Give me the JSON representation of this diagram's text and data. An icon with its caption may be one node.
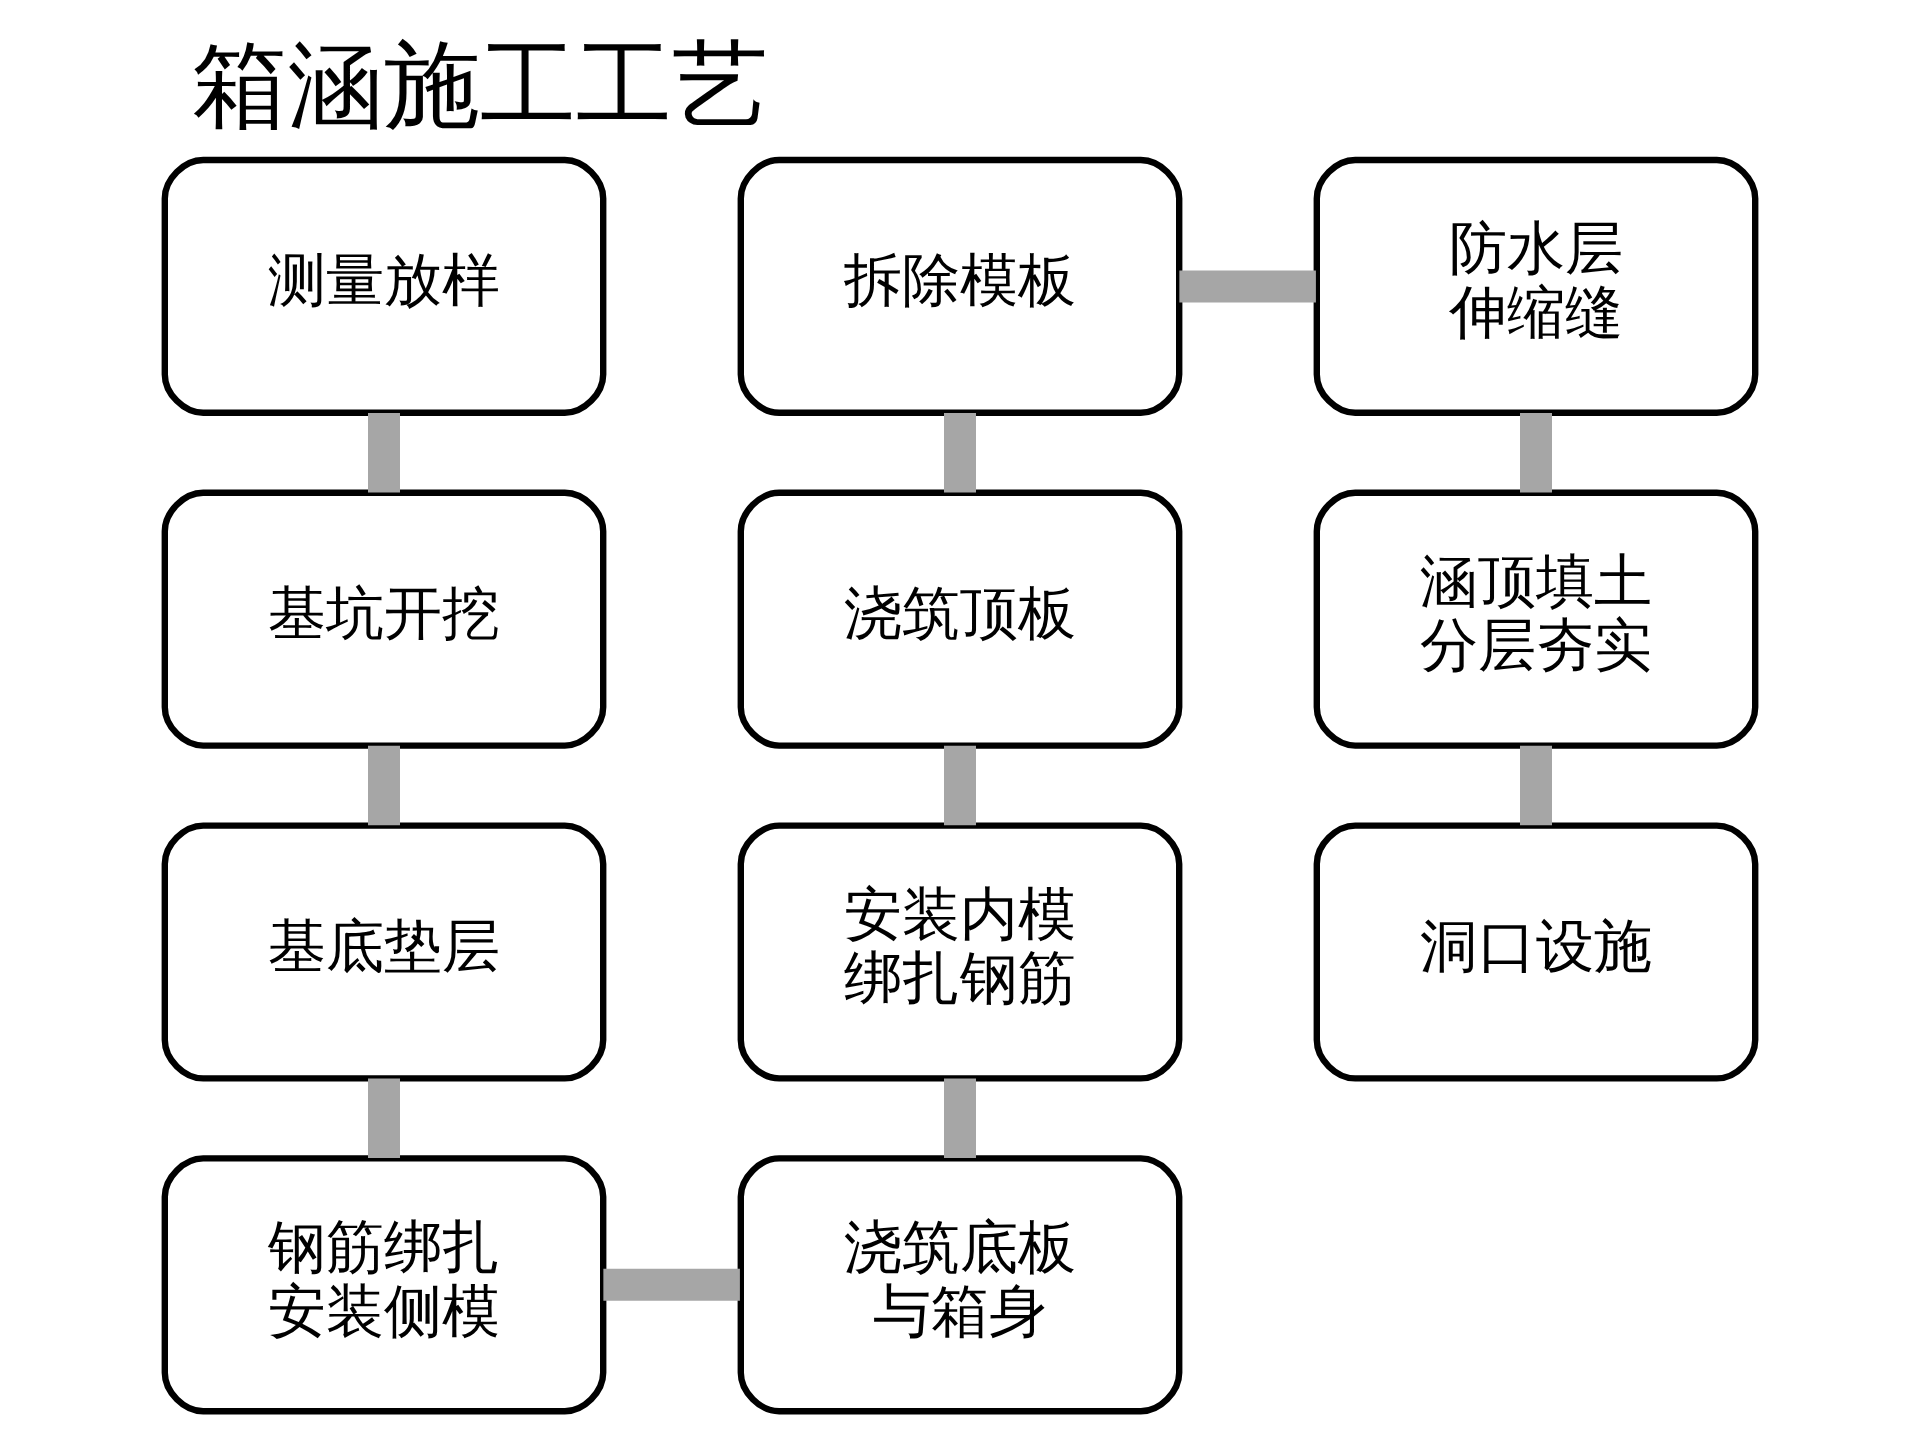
{
  "diagram": {
    "title": "箱涵施工工艺",
    "nodes": [
      {
        "text": [
          "测量放样"
        ]
      },
      {
        "text": [
          "基坑开挖"
        ]
      },
      {
        "text": [
          "基底垫层"
        ]
      },
      {
        "text": [
          "钢筋绑扎安装侧模"
        ]
      },
      {
        "text": [
          "浇筑底板与箱身"
        ]
      },
      {
        "text": [
          "安装内模绑扎钢筋"
        ]
      },
      {
        "text": [
          "浇筑顶板"
        ]
      },
      {
        "text": [
          "拆除模板"
        ]
      },
      {
        "text": [
          "防水层伸缩缝"
        ]
      },
      {
        "text": [
          "涵顶填土分层夯实"
        ]
      },
      {
        "text": [
          "洞口设施"
        ]
      }
    ],
    "edges": [
      {
        "from": 0,
        "to": 1,
        "arrow": "none"
      },
      {
        "from": 1,
        "to": 2,
        "arrow": "none"
      },
      {
        "from": 2,
        "to": 3,
        "arrow": "none"
      },
      {
        "from": 3,
        "to": 4,
        "arrow": "none"
      },
      {
        "from": 4,
        "to": 5,
        "arrow": "none"
      },
      {
        "from": 5,
        "to": 6,
        "arrow": "none"
      },
      {
        "from": 6,
        "to": 7,
        "arrow": "none"
      },
      {
        "from": 7,
        "to": 8,
        "arrow": "none"
      },
      {
        "from": 8,
        "to": 9,
        "arrow": "none"
      },
      {
        "from": 9,
        "to": 10,
        "arrow": "none"
      }
    ]
  }
}
